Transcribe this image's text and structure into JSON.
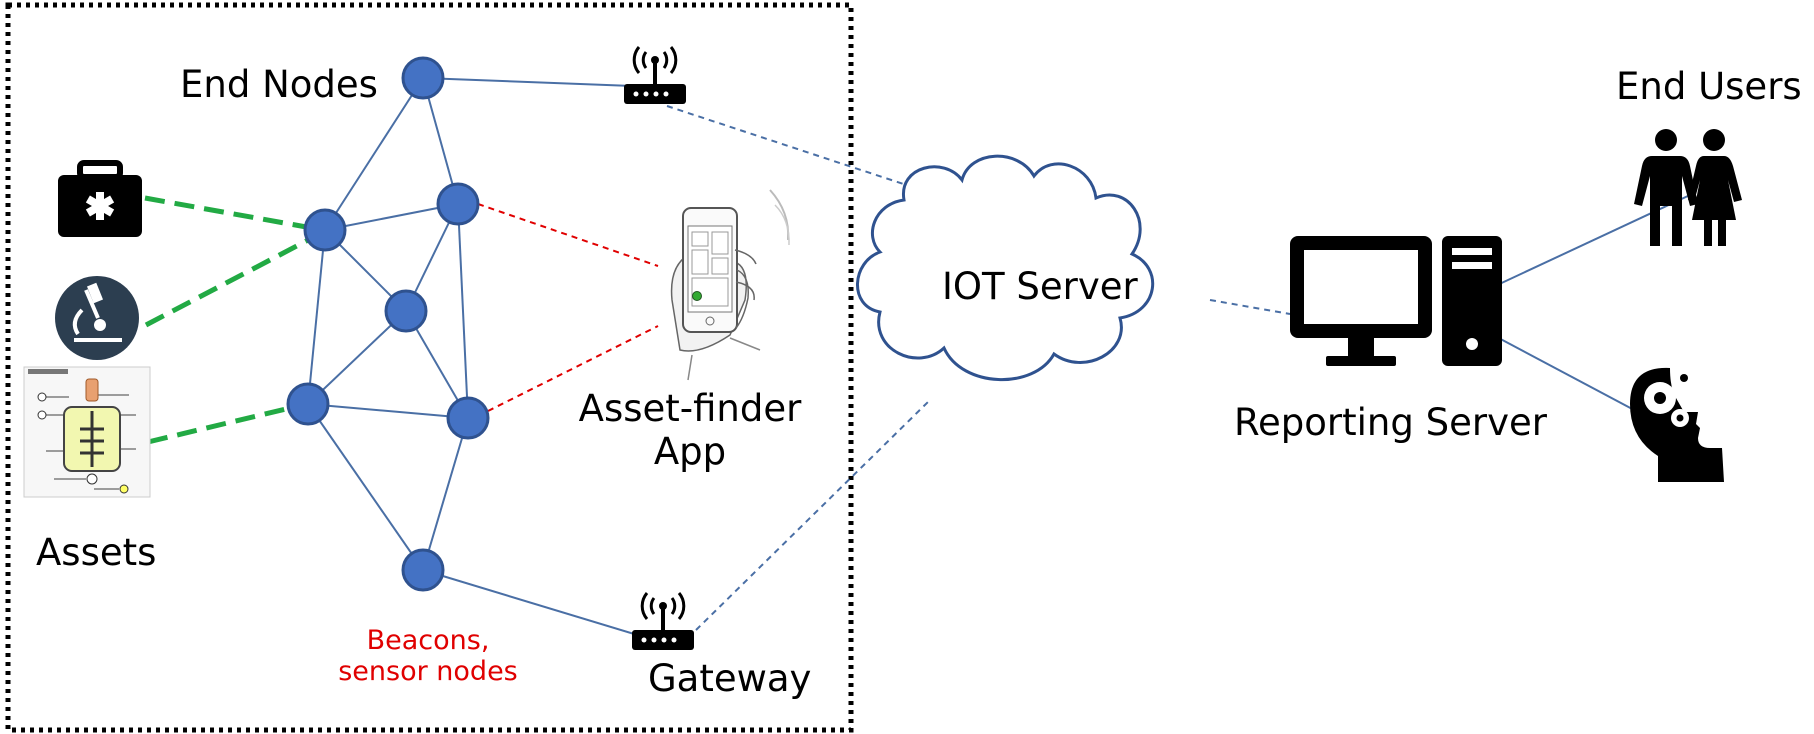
{
  "labels": {
    "end_nodes": "End Nodes",
    "assets": "Assets",
    "beacons_line1": "Beacons,",
    "beacons_line2": "sensor nodes",
    "gateway": "Gateway",
    "asset_finder_line1": "Asset-finder",
    "asset_finder_line2": "App",
    "iot_server": "IOT Server",
    "reporting_server": "Reporting Server",
    "end_users": "End Users"
  },
  "icons": {
    "gateways": [
      "router-icon",
      "router-icon"
    ],
    "assets": [
      "medical-kit-icon",
      "microscope-icon",
      "reactor-diagram-icon"
    ],
    "app": "smartphone-hand-icon",
    "server": "desktop-computer-icon",
    "users": [
      "couple-icon",
      "head-gears-icon"
    ]
  },
  "colors": {
    "node_fill": "#4472c4",
    "node_stroke": "#2f528f",
    "mesh_link": "#4a6fa5",
    "asset_link": "#22aa44",
    "app_link": "#e00000",
    "beacon_text": "#e00000"
  }
}
